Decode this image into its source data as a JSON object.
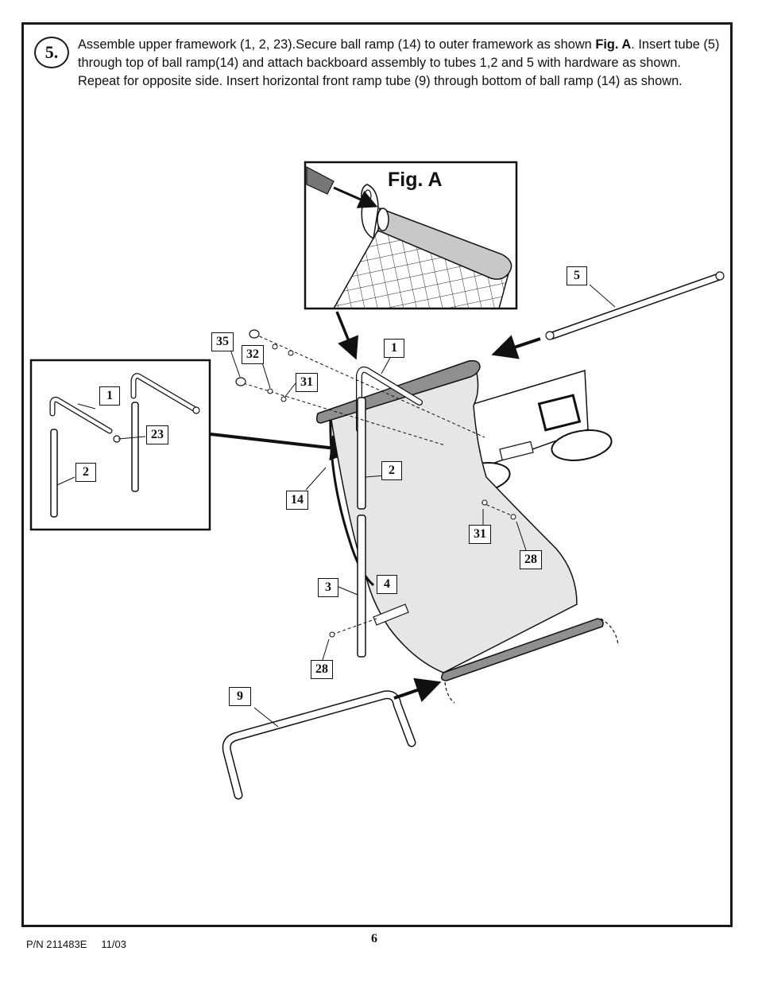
{
  "step": {
    "number": "5.",
    "text_part1": "Assemble upper framework (1, 2, 23).Secure ball ramp (14) to outer framework as shown ",
    "fig_ref": "Fig. A",
    "text_part2": ". Insert tube (5) through top of ball ramp(14) and attach backboard assembly to tubes 1,2 and 5 with hardware as shown. Repeat for opposite side. Insert horizontal front ramp tube (9) through bottom of ball ramp (14) as shown."
  },
  "figure_a": {
    "title": "Fig. A"
  },
  "callouts": {
    "c1_main": "1",
    "c2_main": "2",
    "c3": "3",
    "c4": "4",
    "c5": "5",
    "c9": "9",
    "c14": "14",
    "c28_top": "28",
    "c28_bottom": "28",
    "c31_top": "31",
    "c31_mid": "31",
    "c32": "32",
    "c35": "35",
    "c1_inset": "1",
    "c2_inset": "2",
    "c23_inset": "23"
  },
  "footer": {
    "part_number": "P/N 211483E",
    "date": "11/03",
    "page": "6"
  }
}
